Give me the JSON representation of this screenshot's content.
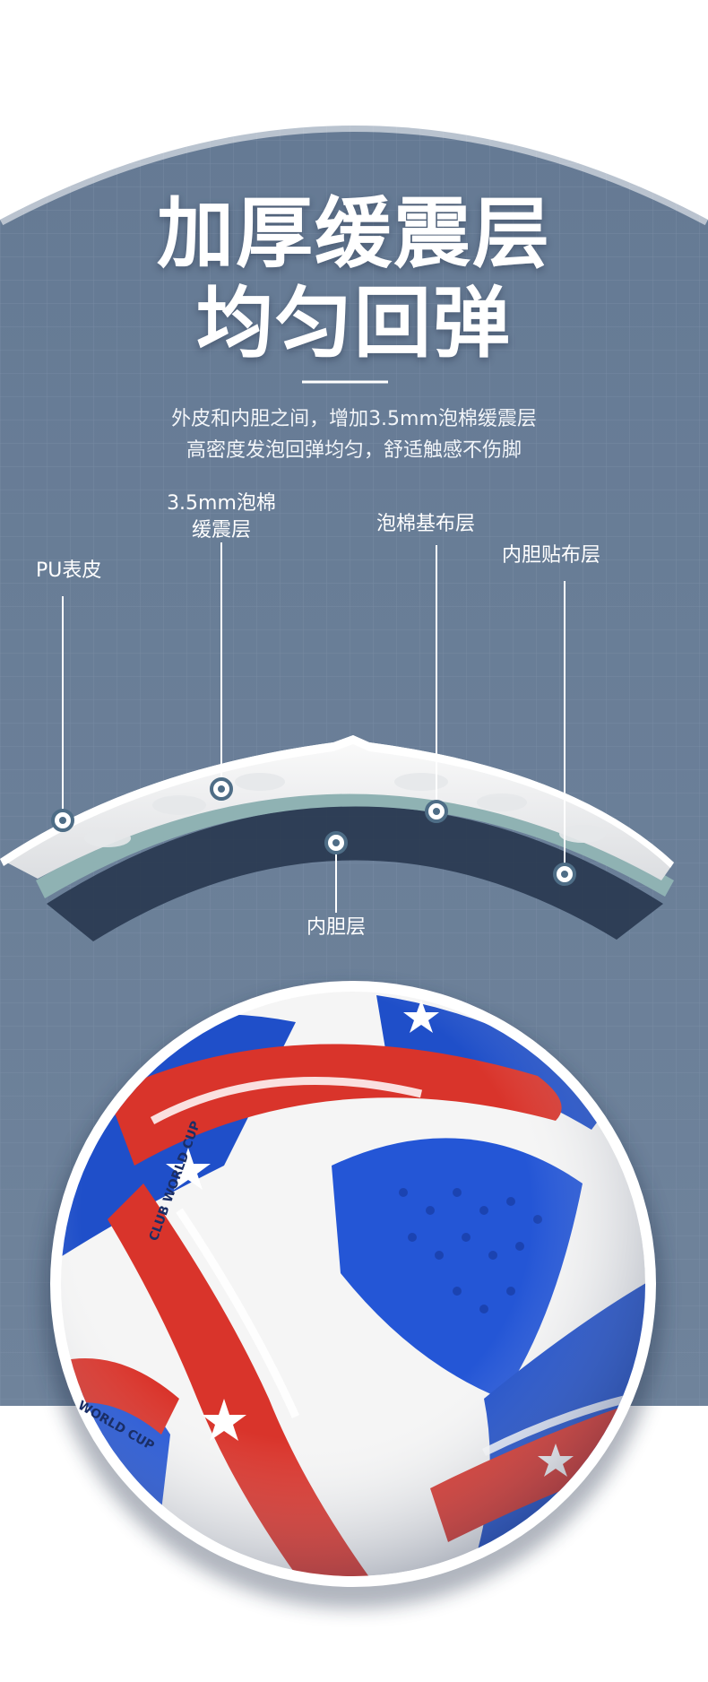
{
  "headline": {
    "line1": "加厚缓震层",
    "line2": "均匀回弹"
  },
  "description": {
    "line1": "外皮和内胆之间，增加3.5mm泡棉缓震层",
    "line2": "高密度发泡回弹均匀，舒适触感不伤脚"
  },
  "callouts": {
    "pu_skin": "PU表皮",
    "foam_line1": "3.5mm泡棉",
    "foam_line2": "缓震层",
    "foam_base": "泡棉基布层",
    "bladder_lining": "内胆贴布层",
    "bladder": "内胆层"
  },
  "ball_print": {
    "text_main": "CLUB WORLD CUP",
    "text_lower": "WORLD CUP"
  },
  "colors": {
    "panel_background": "#6b7f98",
    "grid_line": "#7d90a8",
    "ball_blue": "#1f4fc9",
    "ball_red": "#d9342b",
    "ball_white": "#f5f5f5"
  }
}
